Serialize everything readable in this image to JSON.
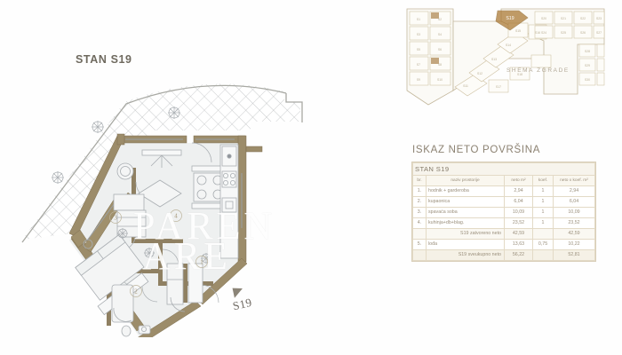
{
  "document": {
    "plan_title": "STAN S19",
    "watermark_line1": "PAREN",
    "watermark_line2": "ARE",
    "entry_marker": "S19"
  },
  "schema": {
    "label": "SHEMA ZGRADE",
    "highlighted_unit": "S19",
    "unit_labels_left": [
      "S1",
      "S2",
      "S3",
      "S4",
      "S5",
      "S6",
      "S7",
      "S8",
      "S9",
      "S10",
      "S11",
      "S12",
      "S13",
      "S14",
      "S15",
      "S16",
      "S17",
      "S18"
    ],
    "unit_labels_right": [
      "S20",
      "S21",
      "S22",
      "S23",
      "S24",
      "S25",
      "S26",
      "S27",
      "S28",
      "S29",
      "S30",
      "S31",
      "S32"
    ]
  },
  "areas_table": {
    "title": "ISKAZ NETO POVRŠINA",
    "apartment": "STAN S19",
    "headers": {
      "no": "br.",
      "name": "naziv prostorije",
      "neto": "neto m²",
      "koef": "koef.",
      "total": "neto x koef. m²"
    },
    "rows": [
      {
        "no": "1.",
        "name": "hodnik + garderoba",
        "neto": "2,94",
        "koef": "1",
        "total": "2,94"
      },
      {
        "no": "2.",
        "name": "kupaonica",
        "neto": "6,04",
        "koef": "1",
        "total": "6,04"
      },
      {
        "no": "3.",
        "name": "spavaća soba",
        "neto": "10,09",
        "koef": "1",
        "total": "10,09"
      },
      {
        "no": "4.",
        "name": "kuhinja+db+blag.",
        "neto": "23,52",
        "koef": "1",
        "total": "23,52"
      }
    ],
    "subtotal": {
      "no": "",
      "name": "S19 zatvoreno neto",
      "neto": "42,59",
      "koef": "",
      "total": "42,59"
    },
    "extra_rows": [
      {
        "no": "5.",
        "name": "lođa",
        "neto": "13,63",
        "koef": "0,75",
        "total": "10,22"
      }
    ],
    "grand_total": {
      "no": "",
      "name": "S19 sveukupno neto",
      "neto": "56,22",
      "koef": "",
      "total": "52,81"
    }
  },
  "floorplan": {
    "room_markers": [
      "1",
      "2",
      "3",
      "4"
    ],
    "colors": {
      "wall": "#9c8c6a",
      "wall_dark": "#7e6f50",
      "floor": "#eef0f0",
      "furniture": "#a9aeb2",
      "terrace_hatch": "#b9bcbe",
      "text": "#6f6a5f"
    }
  }
}
